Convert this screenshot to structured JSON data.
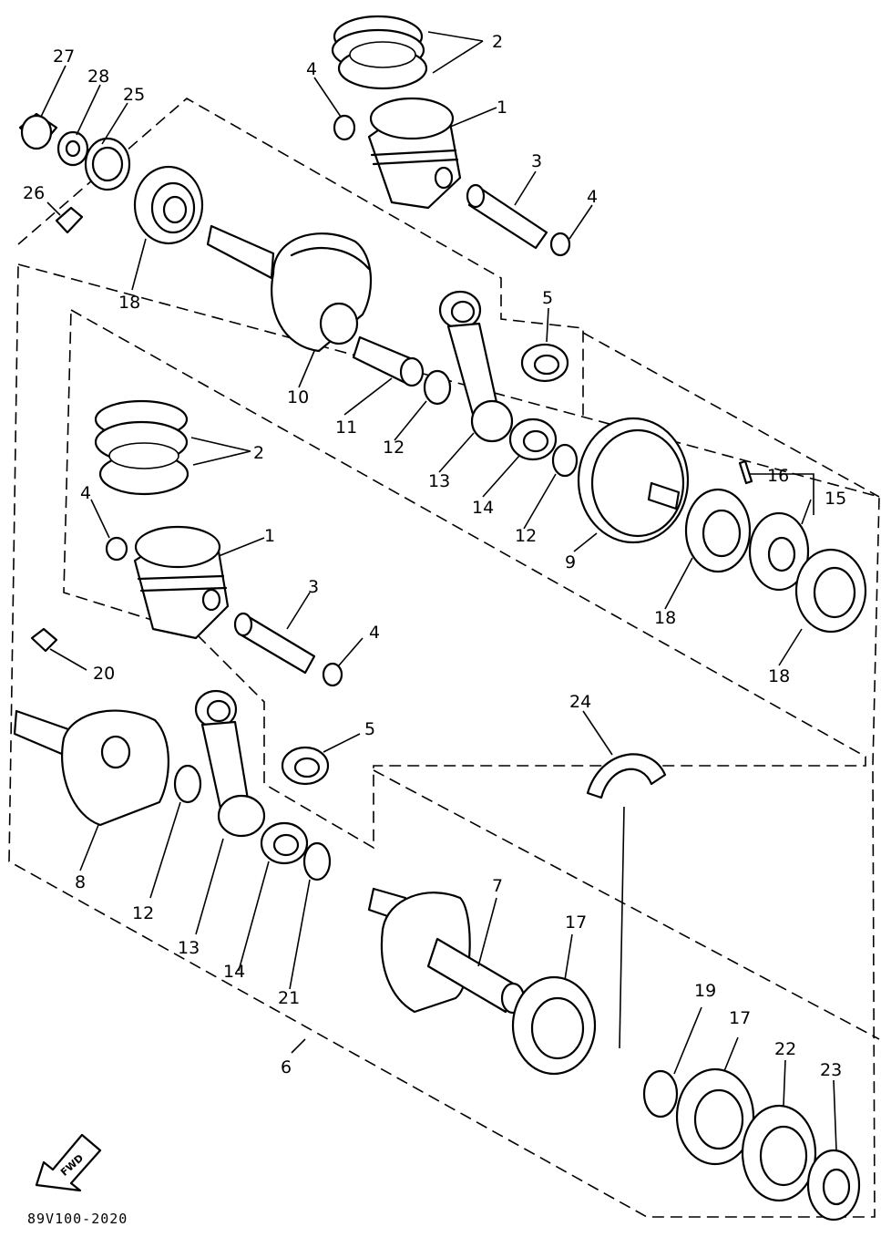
{
  "diagram_code": "89V100-2020",
  "fwd_label": "FWD",
  "labels": {
    "p1_top": "1",
    "p2_top": "2",
    "p3_top": "3",
    "p4_top_a": "4",
    "p4_top_b": "4",
    "p5_top": "5",
    "p10": "10",
    "p11": "11",
    "p12_top_a": "12",
    "p12_top_b": "12",
    "p13_top": "13",
    "p14_top": "14",
    "p9": "9",
    "p15": "15",
    "p16": "16",
    "p18_a": "18",
    "p18_b": "18",
    "p18_c": "18",
    "p25": "25",
    "p26": "26",
    "p27": "27",
    "p28": "28",
    "p2_mid": "2",
    "p4_mid_a": "4",
    "p1_mid": "1",
    "p3_mid": "3",
    "p4_mid_b": "4",
    "p20": "20",
    "p5_mid": "5",
    "p24": "24",
    "p8": "8",
    "p12_mid": "12",
    "p13_mid": "13",
    "p14_mid": "14",
    "p21": "21",
    "p6": "6",
    "p7": "7",
    "p17_a": "17",
    "p17_b": "17",
    "p19": "19",
    "p22": "22",
    "p23": "23"
  }
}
